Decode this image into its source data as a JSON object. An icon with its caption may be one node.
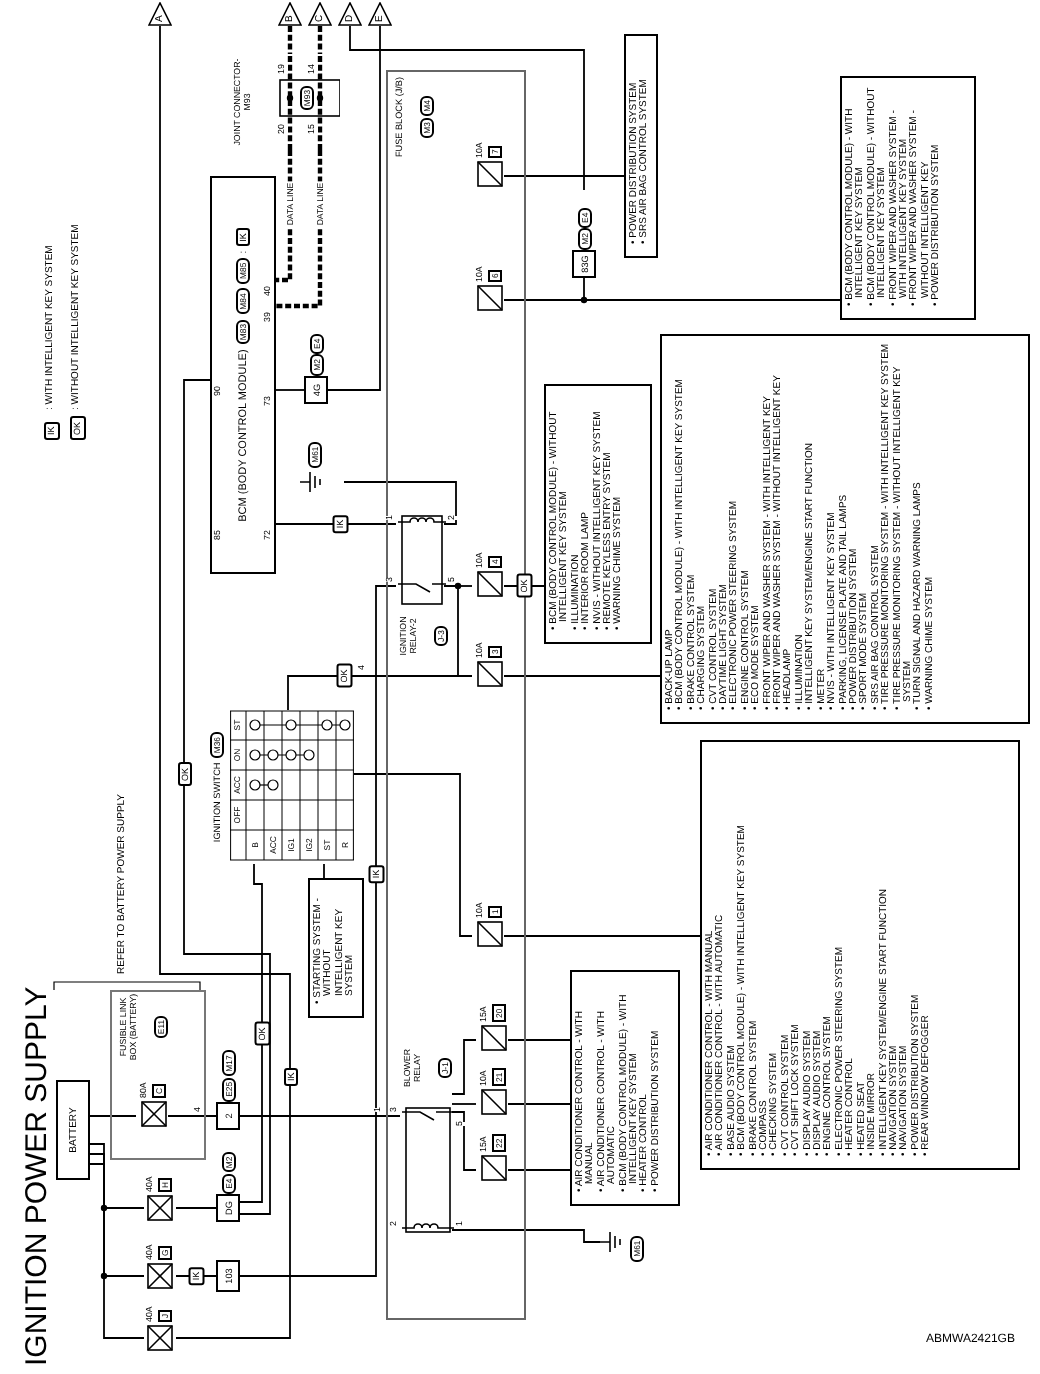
{
  "diagram": {
    "title": "IGNITION POWER SUPPLY",
    "nodes": [
      {
        "text": [
          "BATTERY"
        ]
      },
      {
        "text": [
          "FUSIBLE LINK BOX (BATTERY)",
          "E11"
        ]
      },
      {
        "text": [
          "80A",
          "C"
        ],
        "in": 1
      },
      {
        "text": [
          "40A",
          "H"
        ]
      },
      {
        "text": [
          "40A",
          "G"
        ]
      },
      {
        "text": [
          "40A",
          "J"
        ]
      },
      {
        "text": [
          "2",
          "E25",
          "M17"
        ]
      },
      {
        "text": [
          "DG",
          "E4",
          "M2"
        ]
      },
      {
        "text": [
          "103"
        ]
      },
      {
        "text": [
          "BCM (BODY CONTROL MODULE)",
          "M83",
          "M84",
          "M85",
          ":",
          "IK"
        ]
      },
      {
        "text": [
          "JOINT CONNECTOR-M93",
          "M93"
        ]
      },
      {
        "text": [
          "FUSE BLOCK (J/B)",
          "M3",
          "M4"
        ]
      },
      {
        "text": [
          "10A",
          "7"
        ],
        "in": 11
      },
      {
        "text": [
          "10A",
          "6"
        ],
        "in": 11
      },
      {
        "text": [
          "IGNITION RELAY-2",
          "J-3"
        ],
        "in": 11
      },
      {
        "text": [
          "10A",
          "4"
        ],
        "in": 11
      },
      {
        "text": [
          "10A",
          "3"
        ],
        "in": 11
      },
      {
        "text": [
          "10A",
          "1"
        ],
        "in": 11
      },
      {
        "text": [
          "BLOWER RELAY",
          "J-1"
        ],
        "in": 11
      },
      {
        "text": [
          "15A",
          "22"
        ],
        "in": 11
      },
      {
        "text": [
          "10A",
          "21"
        ],
        "in": 11
      },
      {
        "text": [
          "15A",
          "20"
        ],
        "in": 11
      },
      {
        "text": [
          "IGNITION SWITCH",
          "M36"
        ]
      },
      {
        "text": [
          "• STARTING SYSTEM - WITHOUT INTELLIGENT KEY SYSTEM"
        ]
      },
      {
        "text": [
          "• POWER DISTRIBUTION SYSTEM",
          "• SRS AIR BAG CONTROL SYSTEM"
        ]
      },
      {
        "text": [
          "• BCM (BODY CONTROL MODULE) - WITH INTELLIGENT KEY SYSTEM",
          "• BCM (BODY CONTROL MODULE) - WITHOUT INTELLIGENT KEY SYSTEM",
          "• FRONT WIPER AND WASHER SYSTEM - WITH INTELLIGENT KEY SYSTEM",
          "• FRONT WIPER AND WASHER SYSTEM - WITHOUT INTELLIGENT KEY",
          "• POWER DISTRIBUTION SYSTEM"
        ]
      },
      {
        "text": [
          "• BCM (BODY CONTROL MODULE) - WITHOUT INTELLIGENT KEY SYSTEM",
          "• ILLUMINATION",
          "• INTERIOR ROOM LAMP",
          "• NVIS - WITHOUT INTELLIGENT KEY SYSTEM",
          "• REMOTE KEYLESS ENTRY SYSTEM",
          "• WARNING CHIME SYSTEM"
        ]
      },
      {
        "text": [
          "• BACK-UP LAMP",
          "• BCM (BODY CONTROL MODULE) - WITH INTELLIGENT KEY SYSTEM",
          "• BRAKE CONTROL SYSTEM",
          "• CHARGING SYSTEM",
          "• CVT CONTROL SYSTEM",
          "• DAYTIME LIGHT SYSTEM",
          "• ELECTRONIC POWER STEERING SYSTEM",
          "• ENGINE CONTROL SYSTEM",
          "• ECO MODE SYSTEM",
          "• FRONT WIPER AND WASHER SYSTEM - WITH INTELLIGENT KEY",
          "• FRONT WIPER AND WASHER SYSTEM - WITHOUT INTELLIGENT KEY",
          "• HEADLAMP",
          "• ILLUMINATION",
          "• INTELLIGENT KEY SYSTEM/ENGINE START FUNCTION",
          "• METER",
          "• NVIS - WITH INTELLIGENT KEY SYSTEM",
          "• PARKING, LICENSE PLATE AND TAIL LAMPS",
          "• POWER DISTRIBUTION SYSTEM",
          "• SPORT MODE SYSTEM",
          "• SRS AIR BAG CONTROL SYSTEM",
          "• TIRE PRESSURE MONITORING SYSTEM - WITH INTELLIGENT KEY SYSTEM",
          "• TIRE PRESSURE MONITORING SYSTEM - WITHOUT INTELLIGENT KEY SYSTEM",
          "• TURN SIGNAL AND HAZARD WARNING LAMPS",
          "• WARNING CHIME SYSTEM"
        ]
      },
      {
        "text": [
          "• AIR CONDITIONER CONTROL - WITH MANUAL",
          "• AIR CONDITIONER CONTROL - WITH AUTOMATIC",
          "• BCM (BODY CONTROL MODULE) - WITH INTELLIGENT KEY SYSTEM",
          "• HEATER CONTROL",
          "• POWER DISTRIBUTION SYSTEM"
        ]
      },
      {
        "text": [
          "• AIR CONDITIONER CONTROL - WITH MANUAL",
          "• AIR CONDITIONER CONTROL - WITH AUTOMATIC",
          "• BASE AUDIO SYSTEM",
          "• BCM (BODY CONTROL MODULE) - WITH INTELLIGENT KEY SYSTEM",
          "• BRAKE CONTROL SYSTEM",
          "• COMPASS",
          "• CHECKING SYSTEM",
          "• CVT CONTROL SYSTEM",
          "• CVT SHIFT LOCK SYSTEM",
          "• DISPLAY AUDIO SYSTEM",
          "• DISPLAY AUDIO SYSTEM",
          "• ENGINE CONTROL SYSTEM",
          "• ELECTRONIC POWER STEERING SYSTEM",
          "• HEATER CONTROL",
          "• HEATED SEAT",
          "• INSIDE MIRROR",
          "• INTELLIGENT KEY SYSTEM/ENGINE START FUNCTION",
          "• NAVIGATION SYSTEM",
          "• NAVIGATION SYSTEM",
          "• POWER DISTRIBUTION SYSTEM",
          "• REAR WINDOW DEFOGGER"
        ]
      },
      {
        "text": [
          "4G",
          "M2",
          "E4"
        ]
      },
      {
        "text": [
          "83G",
          "M2",
          "E4"
        ]
      },
      {
        "text": [
          "M61"
        ]
      },
      {
        "text": [
          "M61"
        ]
      },
      {
        "text": [
          "A"
        ]
      },
      {
        "text": [
          "B"
        ]
      },
      {
        "text": [
          "C"
        ]
      },
      {
        "text": [
          "D"
        ]
      },
      {
        "text": [
          "E"
        ]
      }
    ],
    "edges": [
      {
        "from": 0,
        "to": 2,
        "arrow": "none"
      },
      {
        "from": 0,
        "to": 3,
        "arrow": "none"
      },
      {
        "from": 0,
        "to": 4,
        "arrow": "none"
      },
      {
        "from": 0,
        "to": 5,
        "arrow": "none"
      },
      {
        "from": 2,
        "to": 6,
        "arrow": "none"
      },
      {
        "from": 3,
        "to": 7,
        "arrow": "none"
      },
      {
        "from": 4,
        "to": 8,
        "arrow": "none",
        "label": "IK"
      },
      {
        "from": 5,
        "to": 34,
        "arrow": "none"
      },
      {
        "from": 7,
        "to": 9,
        "arrow": "none"
      },
      {
        "from": 7,
        "to": 22,
        "arrow": "none",
        "label": "OK"
      },
      {
        "from": 8,
        "to": 14,
        "arrow": "none",
        "label": "IK"
      },
      {
        "from": 9,
        "to": 14,
        "arrow": "none",
        "label": "IK"
      },
      {
        "from": 6,
        "to": 18,
        "arrow": "none"
      },
      {
        "from": 18,
        "to": 19,
        "arrow": "none"
      },
      {
        "from": 18,
        "to": 20,
        "arrow": "none"
      },
      {
        "from": 18,
        "to": 21,
        "arrow": "none"
      },
      {
        "from": 19,
        "to": 28,
        "arrow": "none"
      },
      {
        "from": 20,
        "to": 28,
        "arrow": "none"
      },
      {
        "from": 21,
        "to": 28,
        "arrow": "none"
      },
      {
        "from": 18,
        "to": 33,
        "arrow": "none"
      },
      {
        "from": 22,
        "to": 23,
        "arrow": "none"
      },
      {
        "from": 22,
        "to": 16,
        "arrow": "none",
        "label": "OK"
      },
      {
        "from": 22,
        "to": 17,
        "arrow": "none"
      },
      {
        "from": 14,
        "to": 15,
        "arrow": "none"
      },
      {
        "from": 14,
        "to": 16,
        "arrow": "none"
      },
      {
        "from": 15,
        "to": 26,
        "arrow": "none",
        "label": "OK"
      },
      {
        "from": 16,
        "to": 27,
        "arrow": "none"
      },
      {
        "from": 17,
        "to": 29,
        "arrow": "none"
      },
      {
        "from": 12,
        "to": 24,
        "arrow": "none"
      },
      {
        "from": 13,
        "to": 25,
        "arrow": "none"
      },
      {
        "from": 13,
        "to": 31,
        "arrow": "none"
      },
      {
        "from": 31,
        "to": 37,
        "arrow": "none"
      },
      {
        "from": 38,
        "to": 30,
        "arrow": "none"
      },
      {
        "from": 30,
        "to": 9,
        "arrow": "none"
      },
      {
        "from": 32,
        "to": 14,
        "arrow": "none"
      },
      {
        "from": 35,
        "to": 10,
        "arrow": "none",
        "style": "dashed"
      },
      {
        "from": 36,
        "to": 10,
        "arrow": "none",
        "style": "dashed"
      },
      {
        "from": 10,
        "to": 9,
        "arrow": "none",
        "style": "dashed",
        "label": "DATA LINE"
      },
      {
        "from": 10,
        "to": 9,
        "arrow": "none",
        "style": "dashed",
        "label": "DATA LINE"
      }
    ],
    "labels": [
      "IK",
      ": WITH INTELLIGENT KEY SYSTEM",
      "OK",
      ": WITHOUT INTELLIGENT KEY SYSTEM",
      "REFER TO BATTERY POWER SUPPLY",
      "OFF",
      "ACC",
      "ON",
      "ST",
      "B",
      "ACC",
      "IG1",
      "IG2",
      "ST",
      "R",
      "90",
      "85",
      "73",
      "72",
      "40",
      "39",
      "19",
      "14",
      "20",
      "15",
      "1",
      "2",
      "3",
      "5",
      "3",
      "5",
      "2",
      "1",
      "4",
      "4",
      "1",
      "IK",
      "OK",
      "ABMWA2421GB"
    ]
  }
}
